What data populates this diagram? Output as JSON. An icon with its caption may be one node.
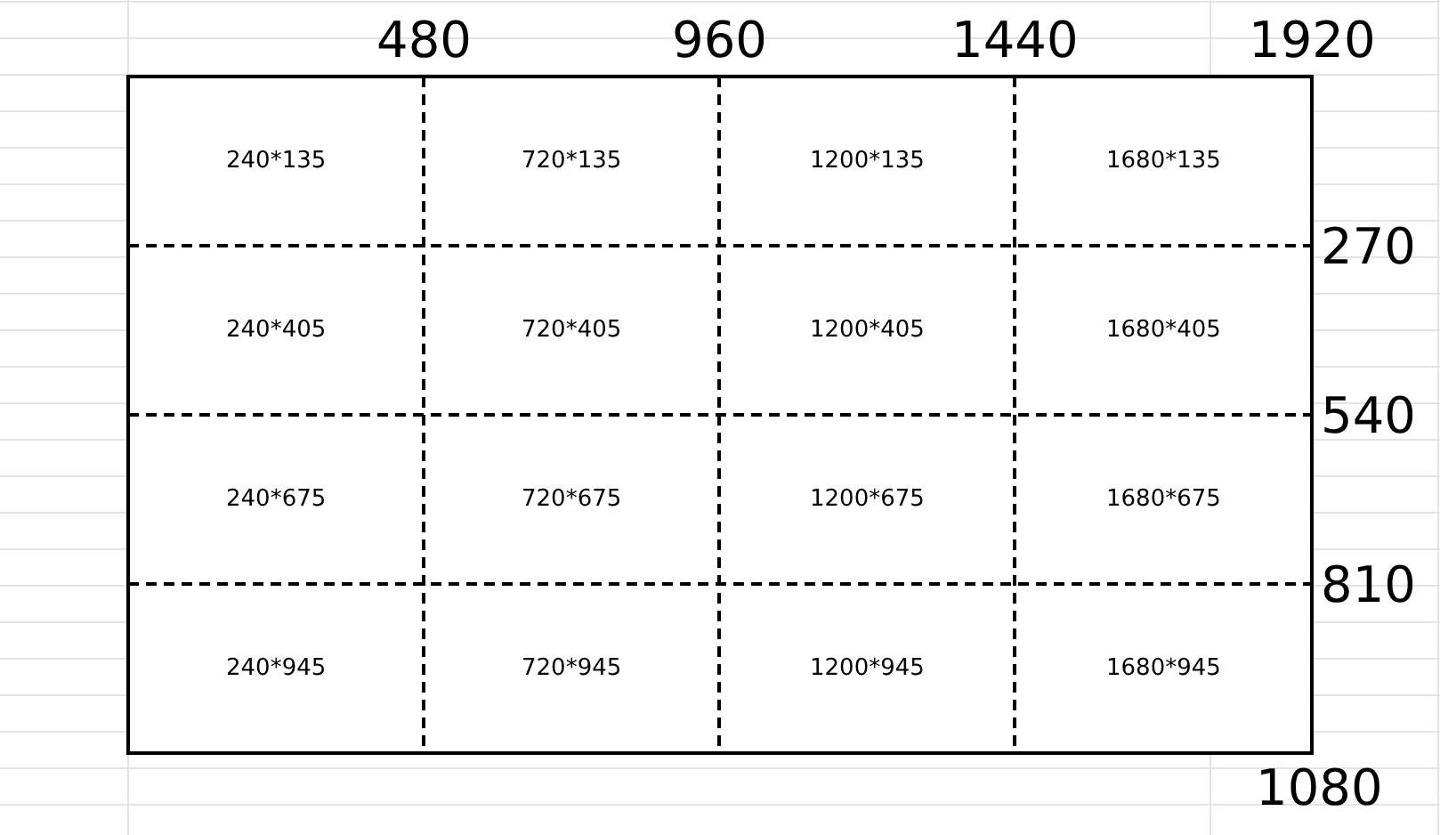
{
  "diagram": {
    "labels": [
      "480",
      "960",
      "1440",
      "1920",
      "240*135",
      "720*135",
      "1200*135",
      "1680*135",
      "270",
      "240*405",
      "720*405",
      "1200*405",
      "1680*405",
      "540",
      "240*675",
      "720*675",
      "1200*675",
      "1680*675",
      "810",
      "240*945",
      "720*945",
      "1200*945",
      "1680*945",
      "1080"
    ]
  }
}
